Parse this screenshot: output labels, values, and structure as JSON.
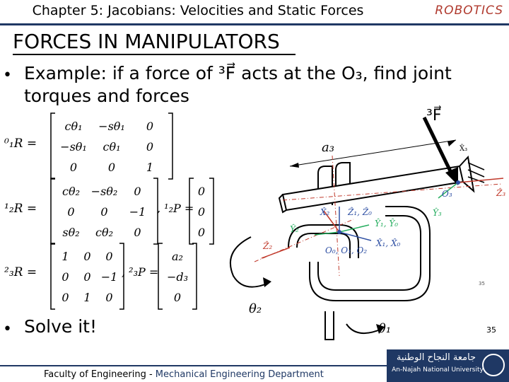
{
  "header": {
    "title": "Chapter 5: Jacobians: Velocities and Static Forces",
    "brand": "ROBOTICS"
  },
  "slide": {
    "title": "FORCES IN MANIPULATORS",
    "bullet_dot": "•",
    "bullet1": "Example: if a force of ³F⃗ acts at the O₃, find joint torques and forces",
    "bullet2": "Solve it!",
    "force_label": "³F⃗"
  },
  "equations": {
    "r01_lhs": "⁰₁R =",
    "r01_matrix": [
      [
        "cθ₁",
        "−sθ₁",
        "0"
      ],
      [
        "−sθ₁",
        "cθ₁",
        "0"
      ],
      [
        "0",
        "0",
        "1"
      ]
    ],
    "r12_lhs": "¹₂R =",
    "r12_matrix": [
      [
        "cθ₂",
        "−sθ₂",
        "0"
      ],
      [
        "0",
        "0",
        "−1"
      ],
      [
        "sθ₂",
        "cθ₂",
        "0"
      ]
    ],
    "p12_lhs": ", ¹₂P =",
    "p12_vector": [
      "0",
      "0",
      "0"
    ],
    "r23_lhs": "²₃R =",
    "r23_matrix": [
      [
        "1",
        "0",
        "0"
      ],
      [
        "0",
        "0",
        "−1"
      ],
      [
        "0",
        "1",
        "0"
      ]
    ],
    "p23_lhs": ", ²₃P =",
    "p23_vector": [
      "a₂",
      "−d₃",
      "0"
    ]
  },
  "diagram": {
    "a3": "a₃",
    "theta1": "θ₁",
    "theta2": "θ₂",
    "X2": "X̂₂",
    "Y2": "Ŷ₂",
    "Z2": "Ẑ₂",
    "Z1Z0": "Ẑ₁, Ẑ₀",
    "Y1Y0": "Ŷ₁, Ŷ₀",
    "X1X0": "X̂₁, X̂₀",
    "O0O1O2": "O₀, O₁, O₂",
    "O3": "O₃",
    "Y3": "Ŷ₃",
    "Z3": "Ẑ₃",
    "X3": "X̂₃",
    "small_num": "35",
    "colors": {
      "red": "#c0392b",
      "green": "#27ae60",
      "blue": "#2e4fa3"
    }
  },
  "footer": {
    "faculty": "Faculty of Engineering - ",
    "department": "Mechanical Engineering Department",
    "uni_ar": "جامعة النجاح الوطنية",
    "uni_en": "An-Najah National University",
    "page_number": "35"
  }
}
